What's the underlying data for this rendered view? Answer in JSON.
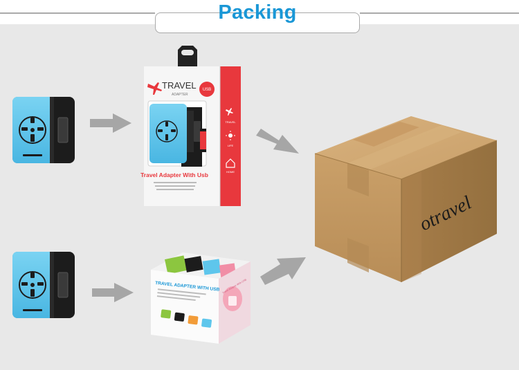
{
  "header": {
    "title": "Packing"
  },
  "colors": {
    "title": "#1a97d6",
    "background": "#e8e8e8",
    "adapter_blue": "#5ec6ec",
    "adapter_black": "#1c1c1c",
    "arrow": "#a6a6a6",
    "carton": "#c59a62",
    "retail_red": "#e8383d"
  },
  "retail_box": {
    "brand": "TRAVEL",
    "brand_sub": "ADAPTER",
    "badge": "USB",
    "product_title": "Travel Adapter With Usb",
    "side_labels": [
      "TRAVEL",
      "LIFE",
      "HOME"
    ]
  },
  "gift_box": {
    "front_title": "TRAVEL ADAPTER WITH USB",
    "side_title": "Travel Adapter With USB"
  },
  "carton": {
    "logo": "otravel"
  }
}
